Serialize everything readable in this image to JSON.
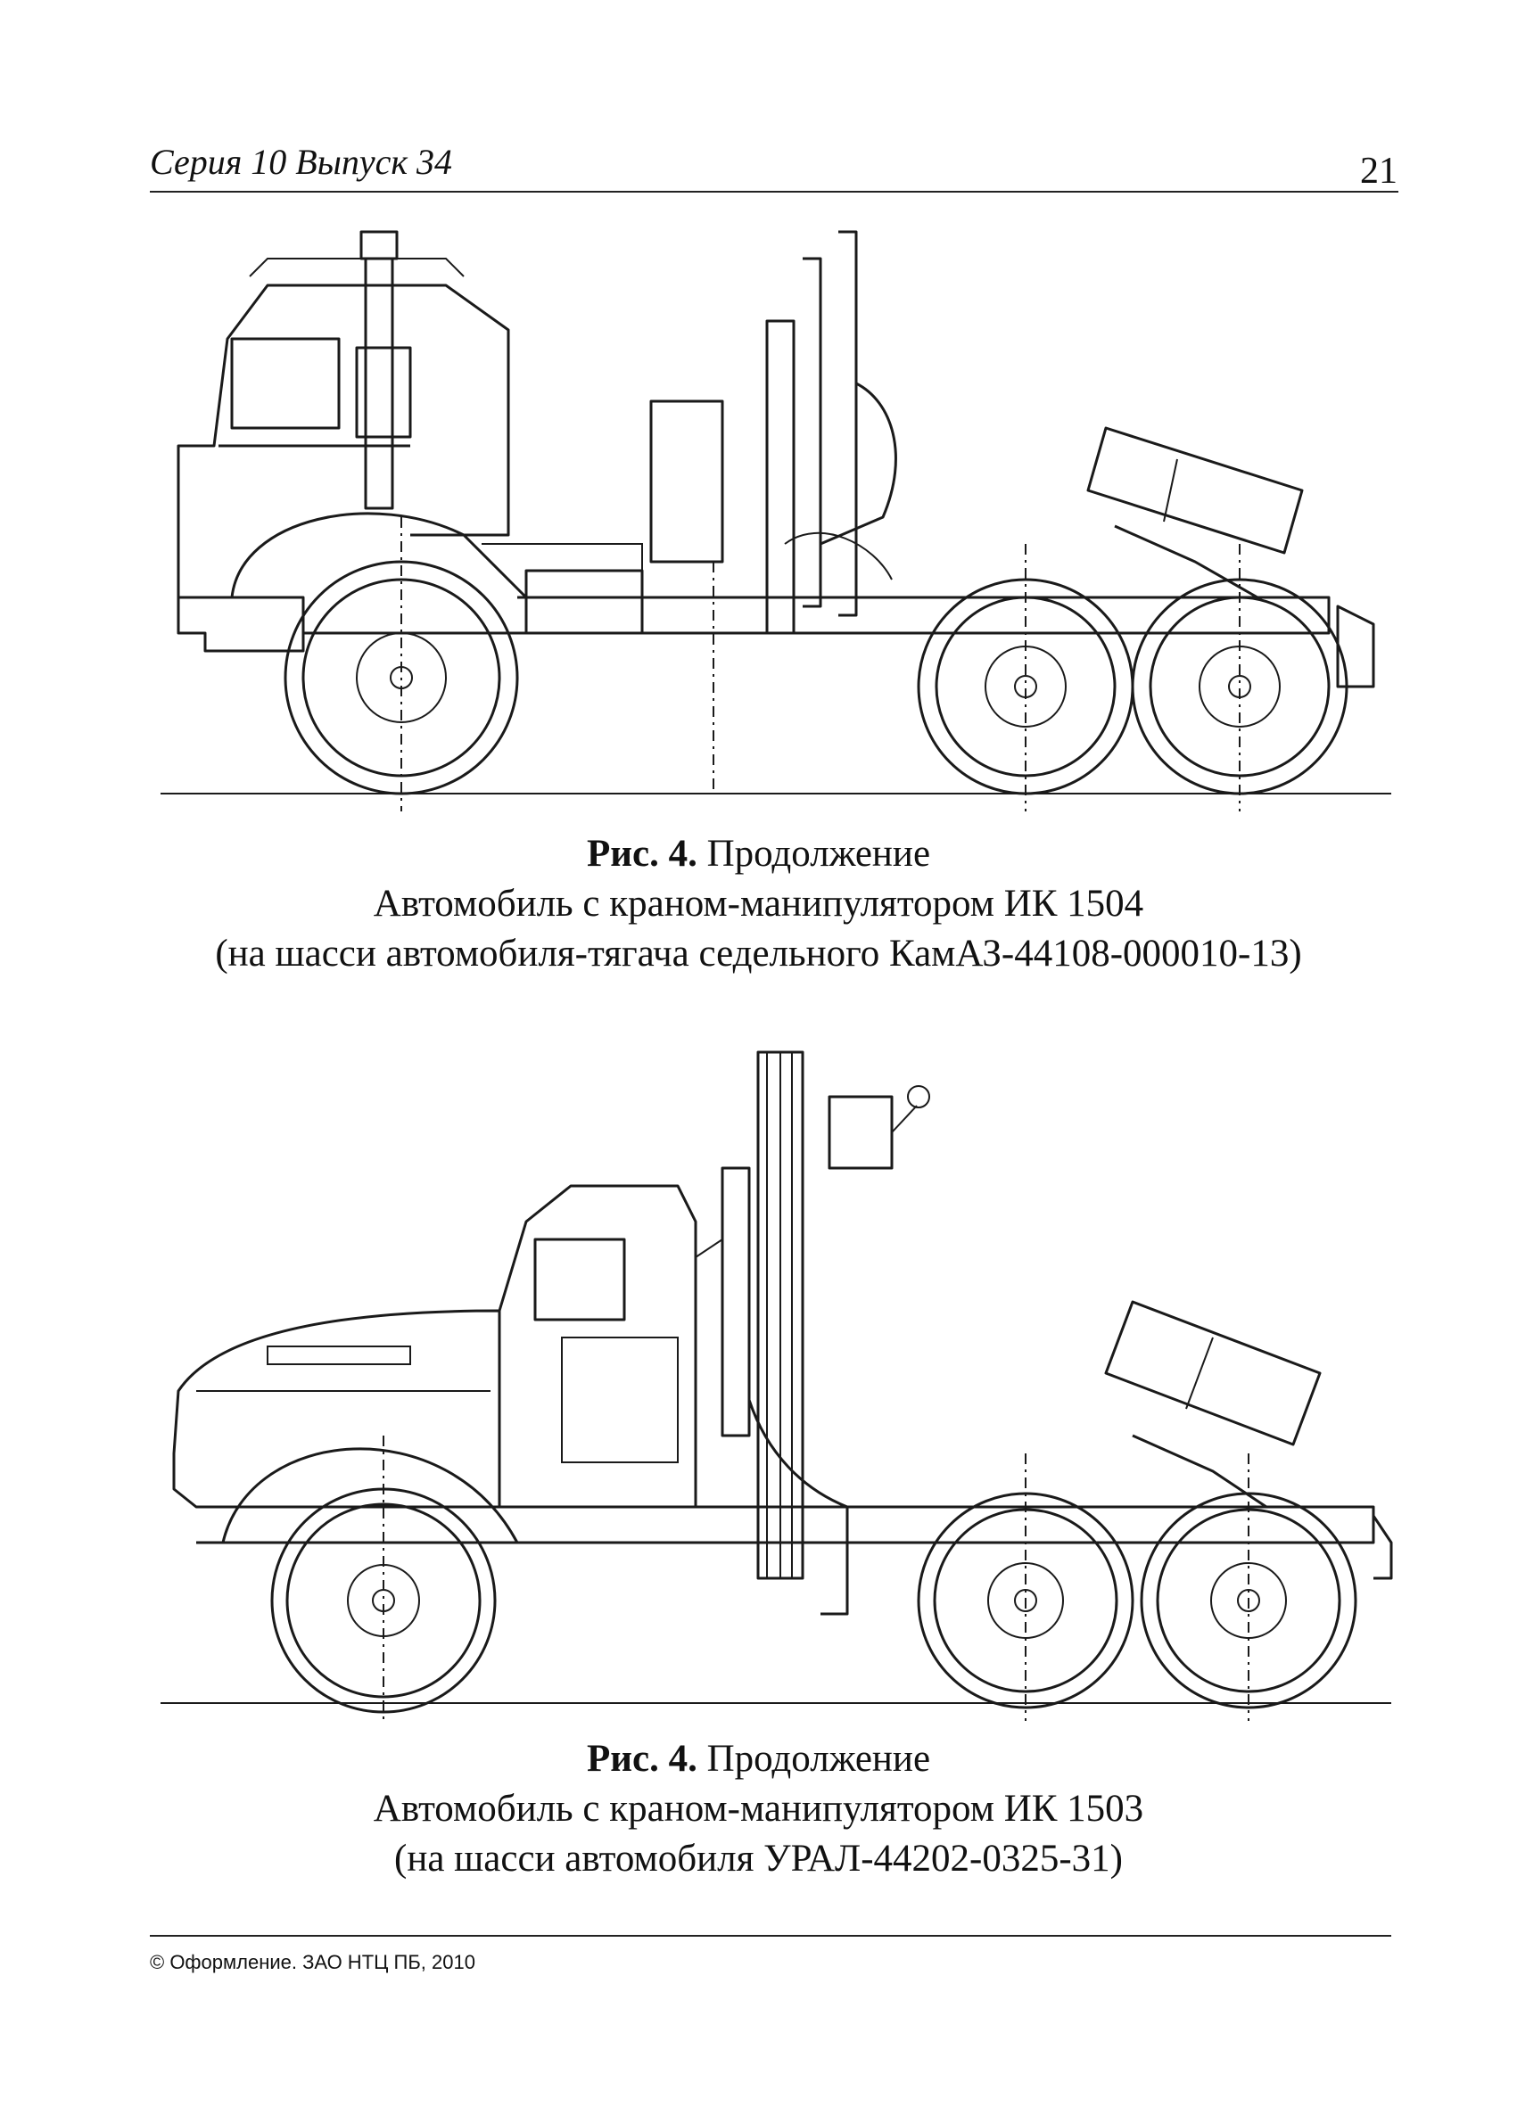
{
  "header": {
    "running_head": "Серия 10  Выпуск 34",
    "page_number": "21"
  },
  "figures": [
    {
      "label": "Рис. 4.",
      "title": "Продолжение",
      "caption_line_1": "Автомобиль с краном-манипулятором ИК 1504",
      "caption_line_2": "(на шасси автомобиля-тягача седельного КамАЗ-44108-000010-13)"
    },
    {
      "label": "Рис. 4.",
      "title": "Продолжение",
      "caption_line_1": "Автомобиль с краном-манипулятором ИК 1503",
      "caption_line_2": "(на шасси автомобиля УРАЛ-44202-0325-31)"
    }
  ],
  "footer": {
    "copyright": "© Оформление. ЗАО НТЦ ПБ, 2010"
  }
}
